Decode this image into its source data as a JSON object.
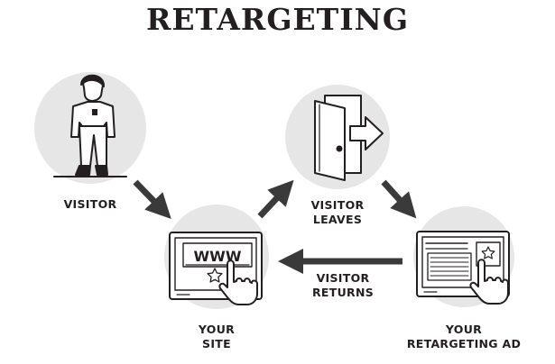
{
  "title": "RETARGETING",
  "nodes": {
    "visitor": {
      "label": "VISITOR"
    },
    "visitor_leaves": {
      "line1": "VISITOR",
      "line2": "LEAVES"
    },
    "your_site": {
      "line1": "YOUR",
      "line2": "SITE",
      "screen_text": "WWW"
    },
    "your_ad": {
      "line1": "YOUR",
      "line2": "RETARGETING AD"
    },
    "visitor_returns": {
      "line1": "VISITOR",
      "line2": "RETURNS"
    }
  },
  "colors": {
    "ink": "#231f20",
    "circle": "#e6e6e6",
    "arrow": "#3a3a3a",
    "background": "#ffffff"
  },
  "icons": [
    "person-icon",
    "door-exit-icon",
    "browser-www-icon",
    "pointing-hand-icon",
    "ad-window-icon",
    "star-icon"
  ]
}
